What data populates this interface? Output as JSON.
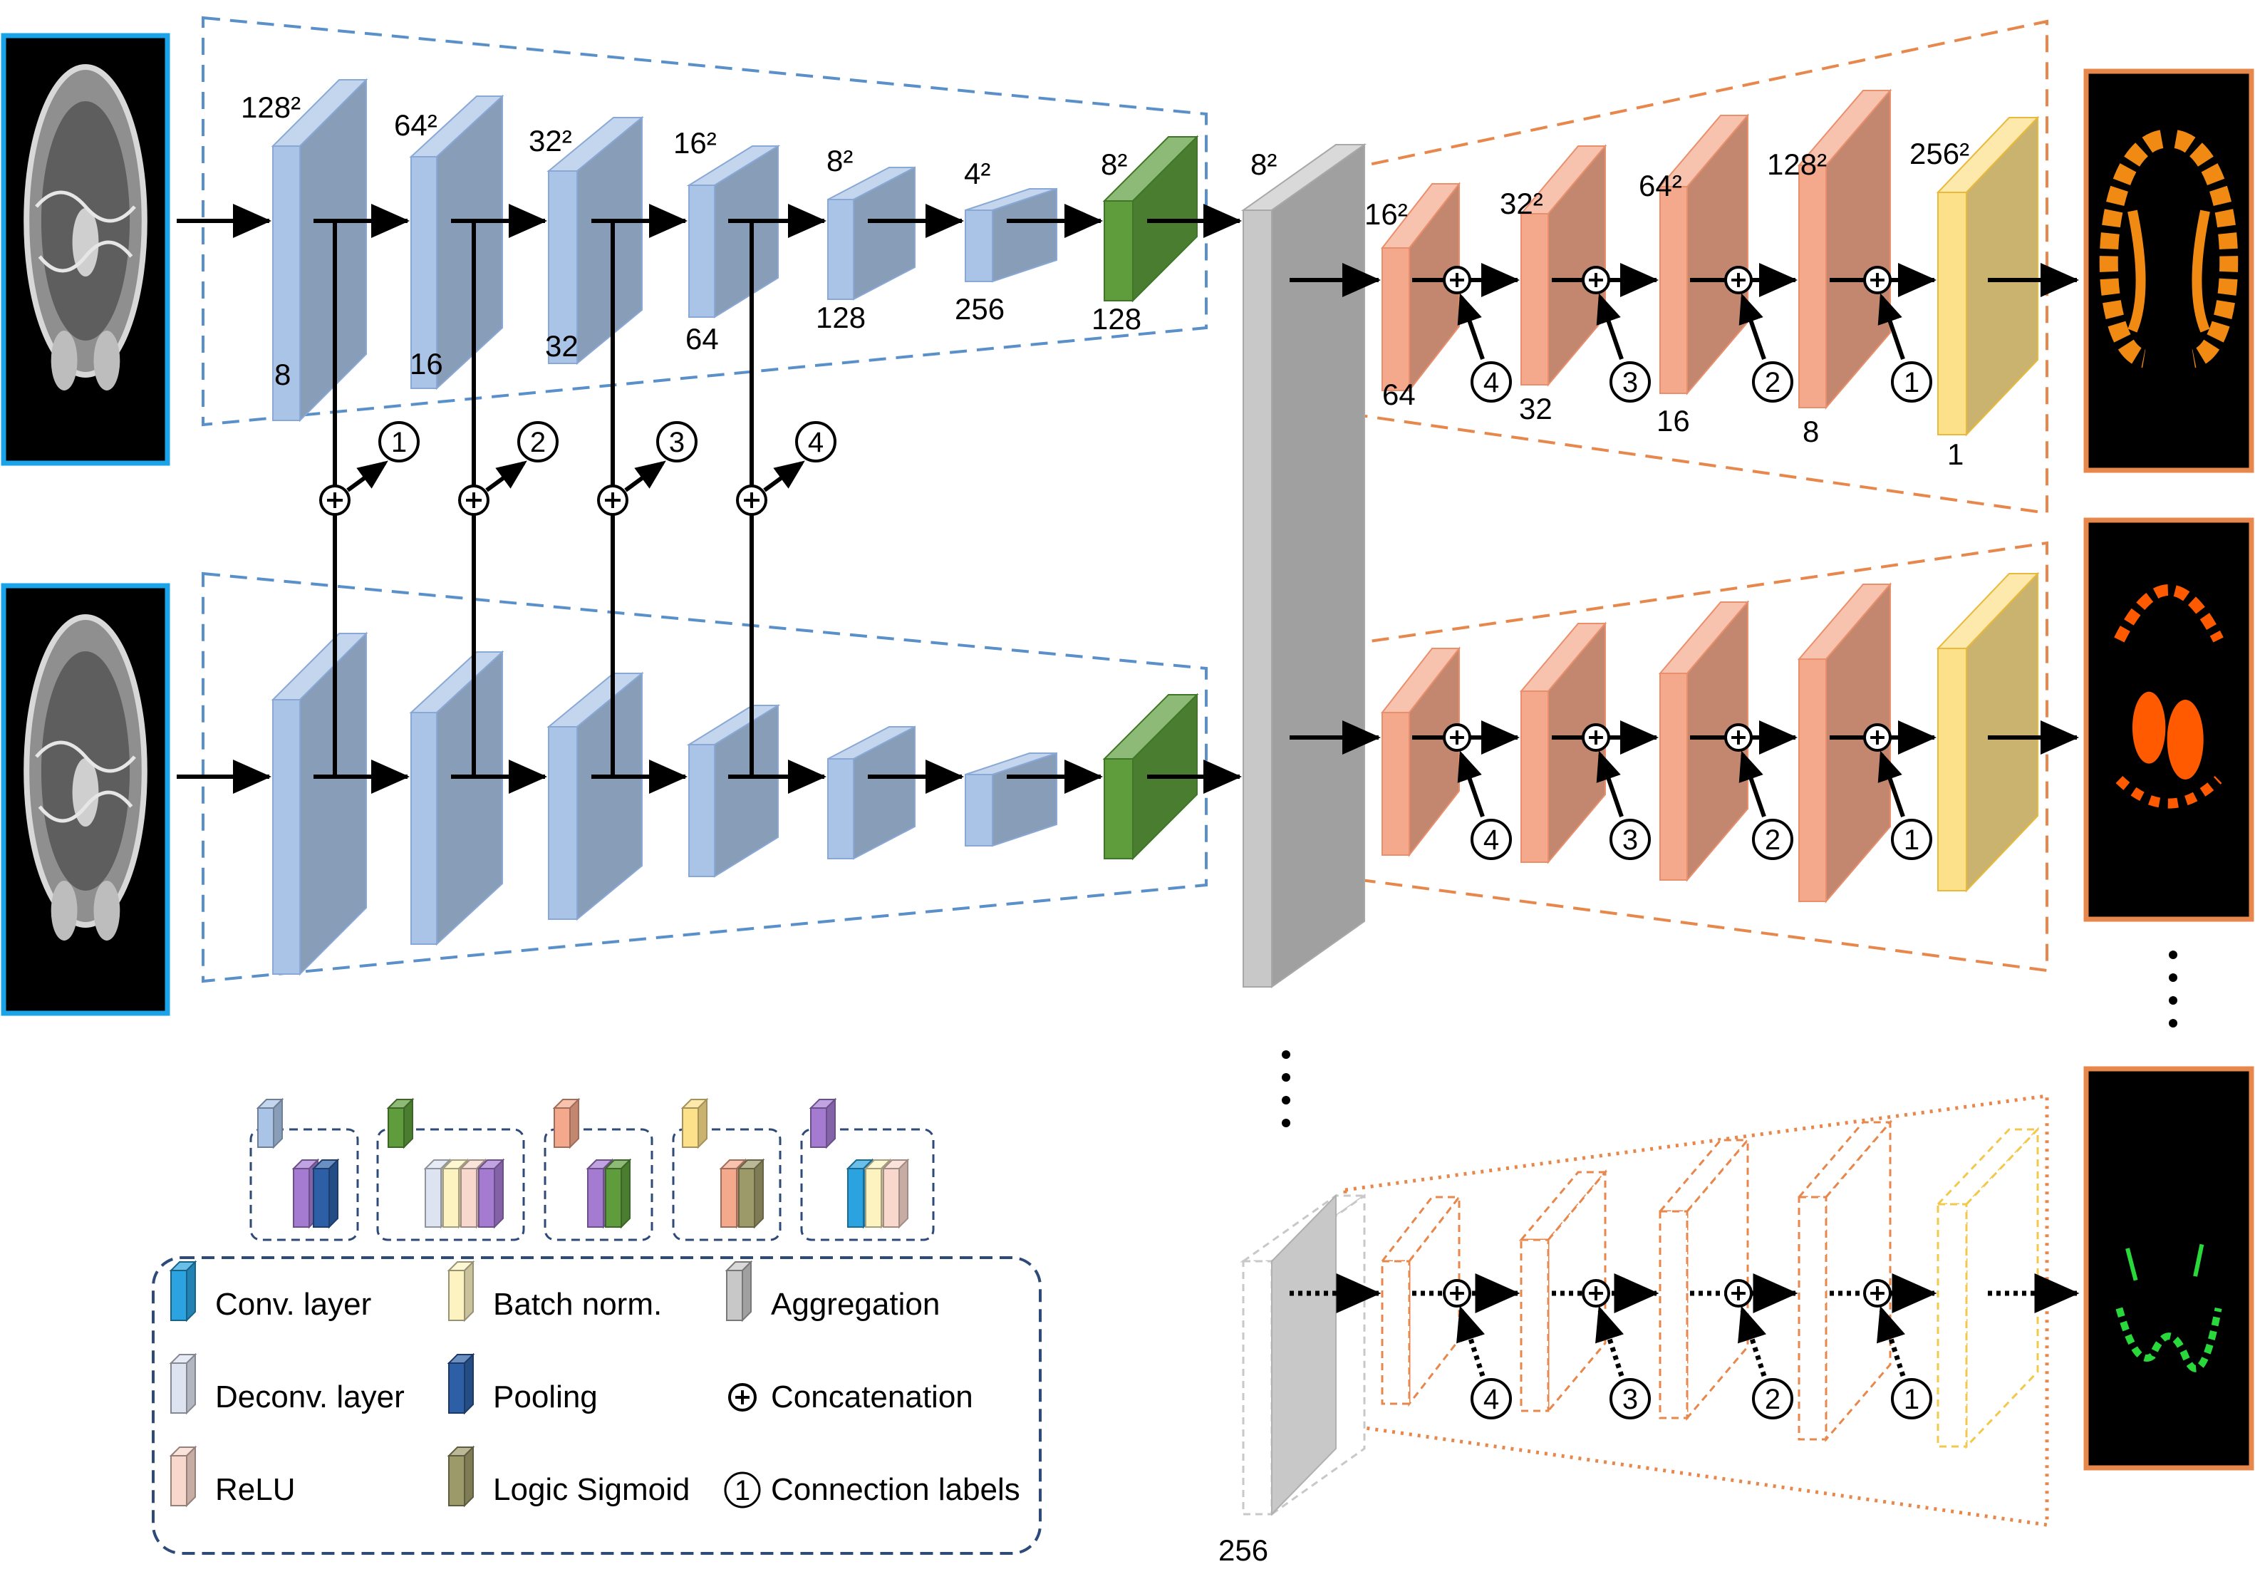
{
  "colors": {
    "blue": "#a9c4e6",
    "green": "#5e9c3c",
    "gray": "#c8c8c8",
    "orange": "#f4a98c",
    "yellow": "#fde08a",
    "purple": "#a57bd2",
    "navy": "#2d5fa6",
    "conv": "#2aa3e0",
    "batch": "#fcf3c0",
    "relu": "#f8d7cc",
    "deconv": "#dde3f0",
    "sigmoid": "#9d9a6a",
    "dashBlue": "#5a90c9",
    "dashOrange": "#e8874b",
    "dashNavy": "#2e4a78",
    "imgBorderBlue": "#1aa3e8",
    "imgBorderOrange": "#e8874b"
  },
  "encoder": {
    "dims_top": [
      "128²",
      "64²",
      "32²",
      "16²",
      "8²",
      "4²",
      "8²"
    ],
    "channels_bottom": [
      "8",
      "16",
      "32",
      "64",
      "128",
      "256",
      "128"
    ]
  },
  "aggregation": {
    "dim_top": "8²",
    "bottom_label": "256"
  },
  "decoder": {
    "dims_top": [
      "16²",
      "32²",
      "64²",
      "128²",
      "256²"
    ],
    "channels_bottom": [
      "64",
      "32",
      "16",
      "8",
      "1"
    ]
  },
  "connection_labels": [
    "1",
    "2",
    "3",
    "4"
  ],
  "legend": {
    "items": [
      {
        "label": "Conv. layer",
        "icon": "conv"
      },
      {
        "label": "Batch norm.",
        "icon": "batch"
      },
      {
        "label": "Aggregation",
        "icon": "gray"
      },
      {
        "label": "Deconv. layer",
        "icon": "deconv"
      },
      {
        "label": "Pooling",
        "icon": "navy"
      },
      {
        "label": "Concatenation",
        "icon": "plus"
      },
      {
        "label": "ReLU",
        "icon": "relu"
      },
      {
        "label": "Logic Sigmoid",
        "icon": "sigmoid"
      },
      {
        "label": "Connection labels",
        "icon": "circle-one"
      }
    ]
  }
}
